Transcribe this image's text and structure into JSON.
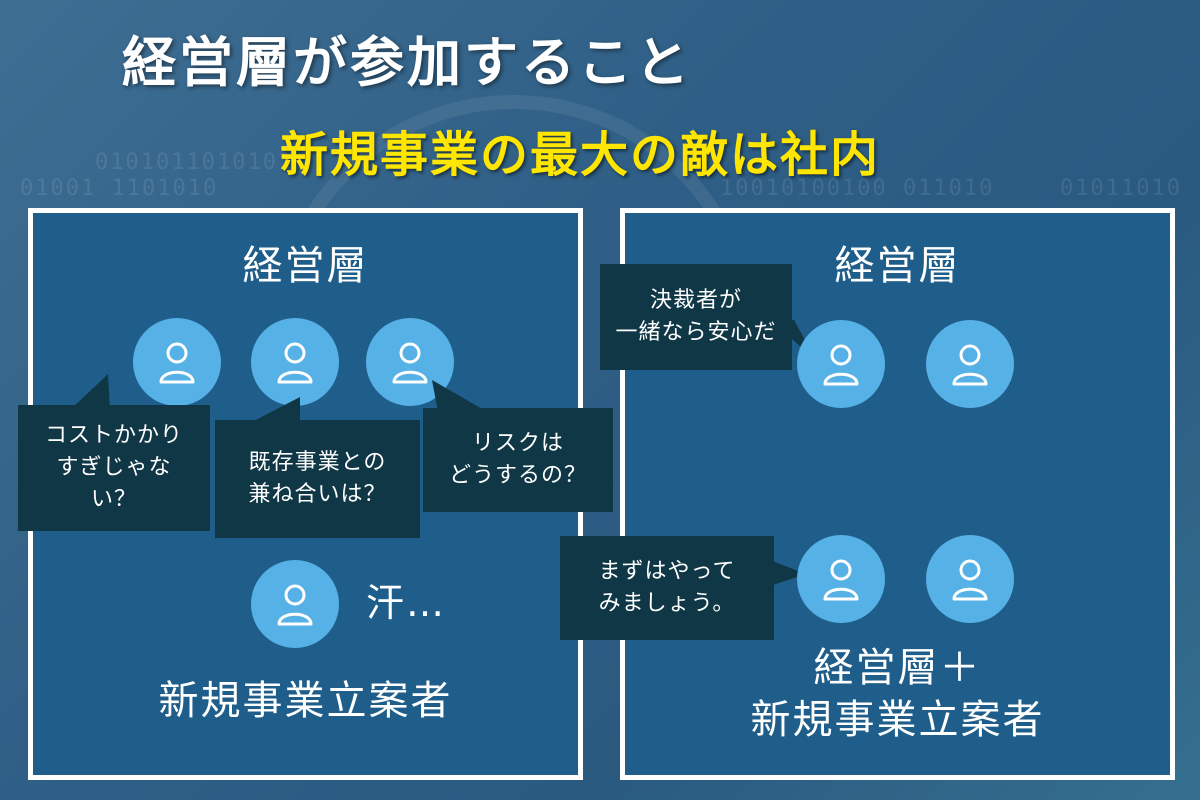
{
  "title": "経営層が参加すること",
  "subtitle": "新規事業の最大の敵は社内",
  "background": {
    "digits_row1": "0101011010101",
    "digits_row2": "01001  1101010",
    "digits_row3": "10010100100 011010",
    "digits_row4": "01011010"
  },
  "left_panel": {
    "top_label": "経営層",
    "bottom_label": "新規事業立案者",
    "bubble_cost": "コストかかり\nすぎじゃな\nい？",
    "bubble_existing": "既存事業との\n兼ね合いは？",
    "bubble_risk": "リスクは\nどうするの？",
    "sweat_text": "汗…"
  },
  "right_panel": {
    "top_label": "経営層",
    "bottom_label": "経営層＋\n新規事業立案者",
    "bubble_approver": "決裁者が\n一緒なら安心だ",
    "bubble_start": "まずはやって\nみましょう。"
  },
  "colors": {
    "panel": "#1f5e8a",
    "avatar": "#56b1e6",
    "bubble": "#0f3746",
    "subtitle": "#ffe600"
  }
}
